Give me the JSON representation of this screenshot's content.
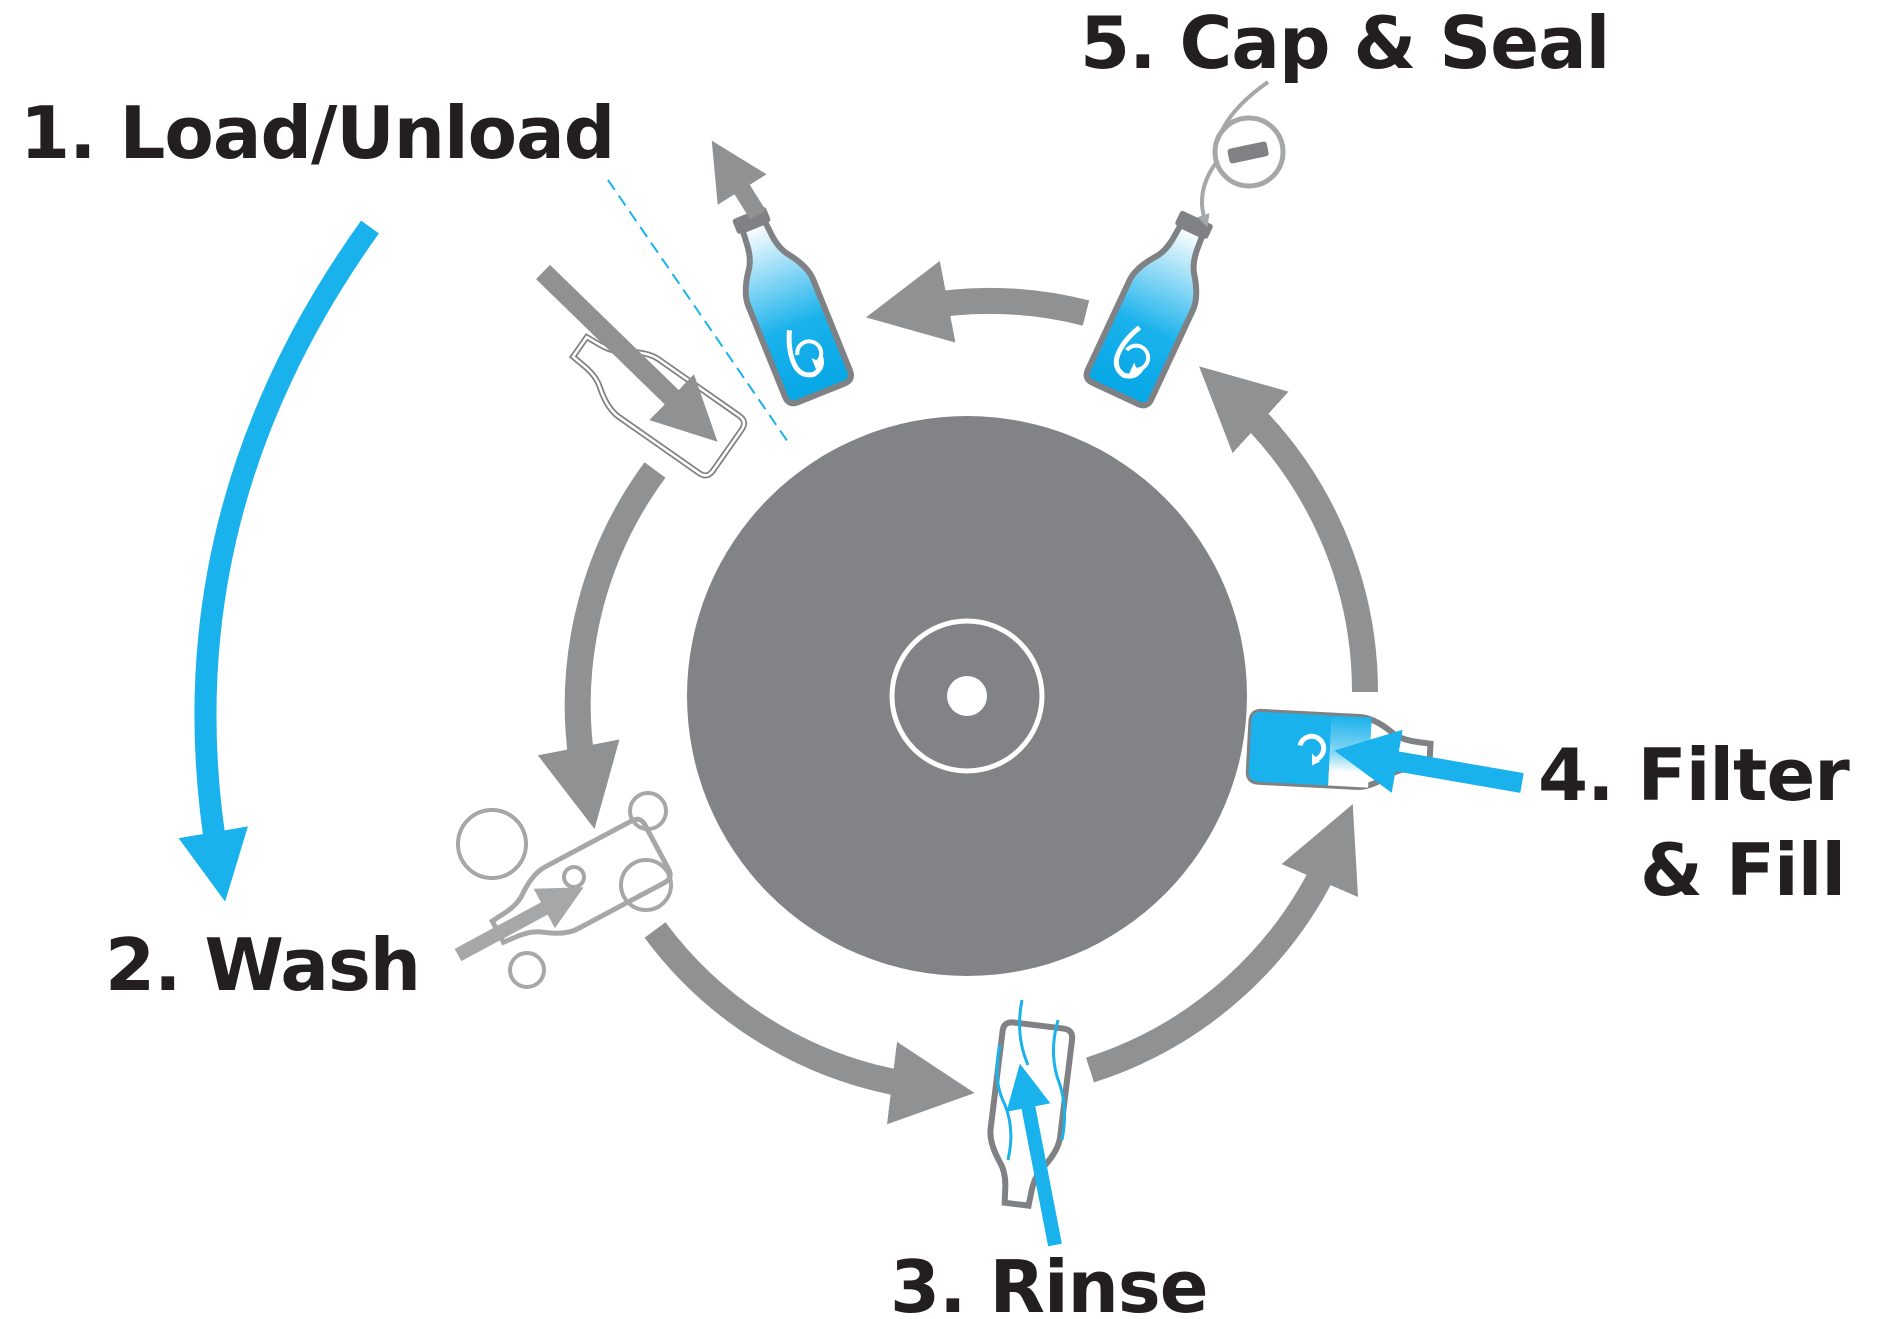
{
  "steps": {
    "step1": {
      "label": "1. Load/Unload"
    },
    "step2": {
      "label": "2. Wash"
    },
    "step3": {
      "label": "3. Rinse"
    },
    "step4": {
      "line1": "4. Filter",
      "line2": "& Fill"
    },
    "step5": {
      "label": "5. Cap & Seal"
    }
  },
  "colors": {
    "gray": "#808184",
    "dark_gray": "#828386",
    "light_gray": "#a6a7a9",
    "blue": "#1ab2ec",
    "label": "#231f20"
  },
  "icons": {
    "bottle": "bottle-icon",
    "refill": "refill-cycle-icon",
    "cap": "cap-icon",
    "bubble": "bubble-icon"
  }
}
